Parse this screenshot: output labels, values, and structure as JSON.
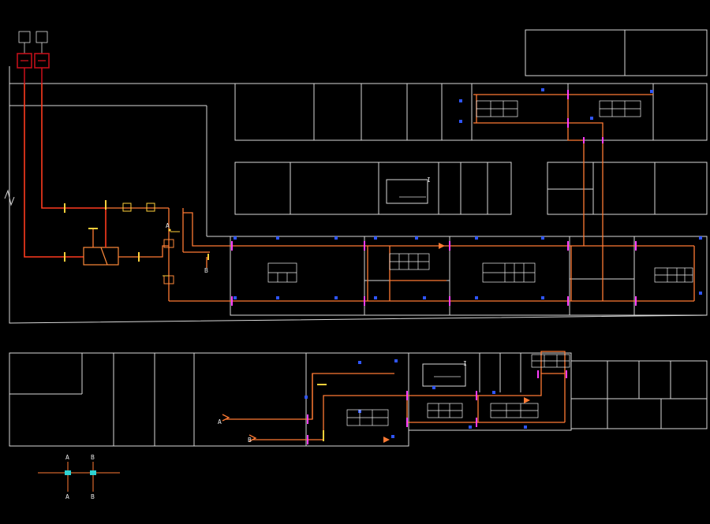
{
  "labels": {
    "point_A": "A",
    "point_B": "B",
    "mark_I": "I"
  },
  "colors": {
    "background": "#000000",
    "walls": "#d8d8d8",
    "supply_pipe": "#ff3b1f",
    "return_pipe": "#ff7a33",
    "heat_inlet": "#c0101a",
    "valve": "#ff3cff",
    "terminal": "#2f55ff"
  }
}
